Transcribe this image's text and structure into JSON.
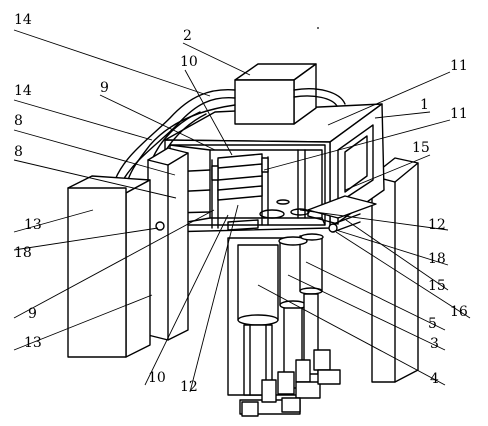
{
  "figure": {
    "labels": {
      "l14a": "14",
      "l2": "2",
      "l10a": "10",
      "l11a": "11",
      "l14b": "14",
      "l9a": "9",
      "l1": "1",
      "l8a": "8",
      "l11b": "11",
      "l8b": "8",
      "l15a": "15",
      "l13a": "13",
      "l12a": "12",
      "l18a": "18",
      "l18b": "18",
      "l15b": "15",
      "l16": "16",
      "l9b": "9",
      "l5": "5",
      "l13b": "13",
      "l3": "3",
      "l10b": "10",
      "l12b": "12",
      "l4": "4"
    }
  }
}
